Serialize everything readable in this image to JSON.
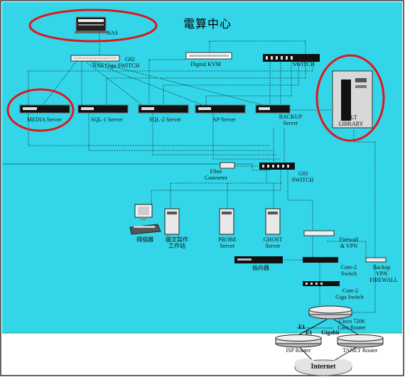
{
  "title": "電算中心",
  "colors": {
    "background": "#33d6e8",
    "highlight": "#e0161b",
    "link": "#1a3a3a"
  },
  "devices": {
    "nas": "NAS",
    "nas_switch": [
      "G82",
      "NAS Giga SWITCH"
    ],
    "digital_kvm": "Digital KVM",
    "switch": "SWITCH",
    "sdlt": [
      "SDLT",
      "LIBRARY"
    ],
    "media_server": "MEDIA Server",
    "sql1": "SQL-1 Server",
    "sql2": "SQL-2 Server",
    "ap_server": "AP Server",
    "backup_server": [
      "BACKUP",
      "Server"
    ],
    "fiber_converter": [
      "Fiber",
      "Converter"
    ],
    "g81": [
      "G81",
      "SWITCH"
    ],
    "scanner": "掃描器",
    "workstation": [
      "圖文製作",
      "工作站"
    ],
    "probe": [
      "PROBE",
      "Server"
    ],
    "ghost": [
      "GHOST",
      "Server"
    ],
    "firewall": [
      "Firewall",
      "& VPN"
    ],
    "director": "指向器",
    "backup_vpn": [
      "Backup",
      "VPN",
      "FIREWALL"
    ],
    "core2_switch": [
      "Core-2",
      "Switch"
    ],
    "core2_giga": [
      "Core-2",
      "Giga Switch"
    ],
    "cisco": [
      "Cisco 7206",
      "Core Router"
    ],
    "e1": "E1",
    "gigabit": "Gigabit",
    "isp_router": "ISP Router",
    "tanet_router": "TANET Router",
    "internet": "Internet"
  }
}
